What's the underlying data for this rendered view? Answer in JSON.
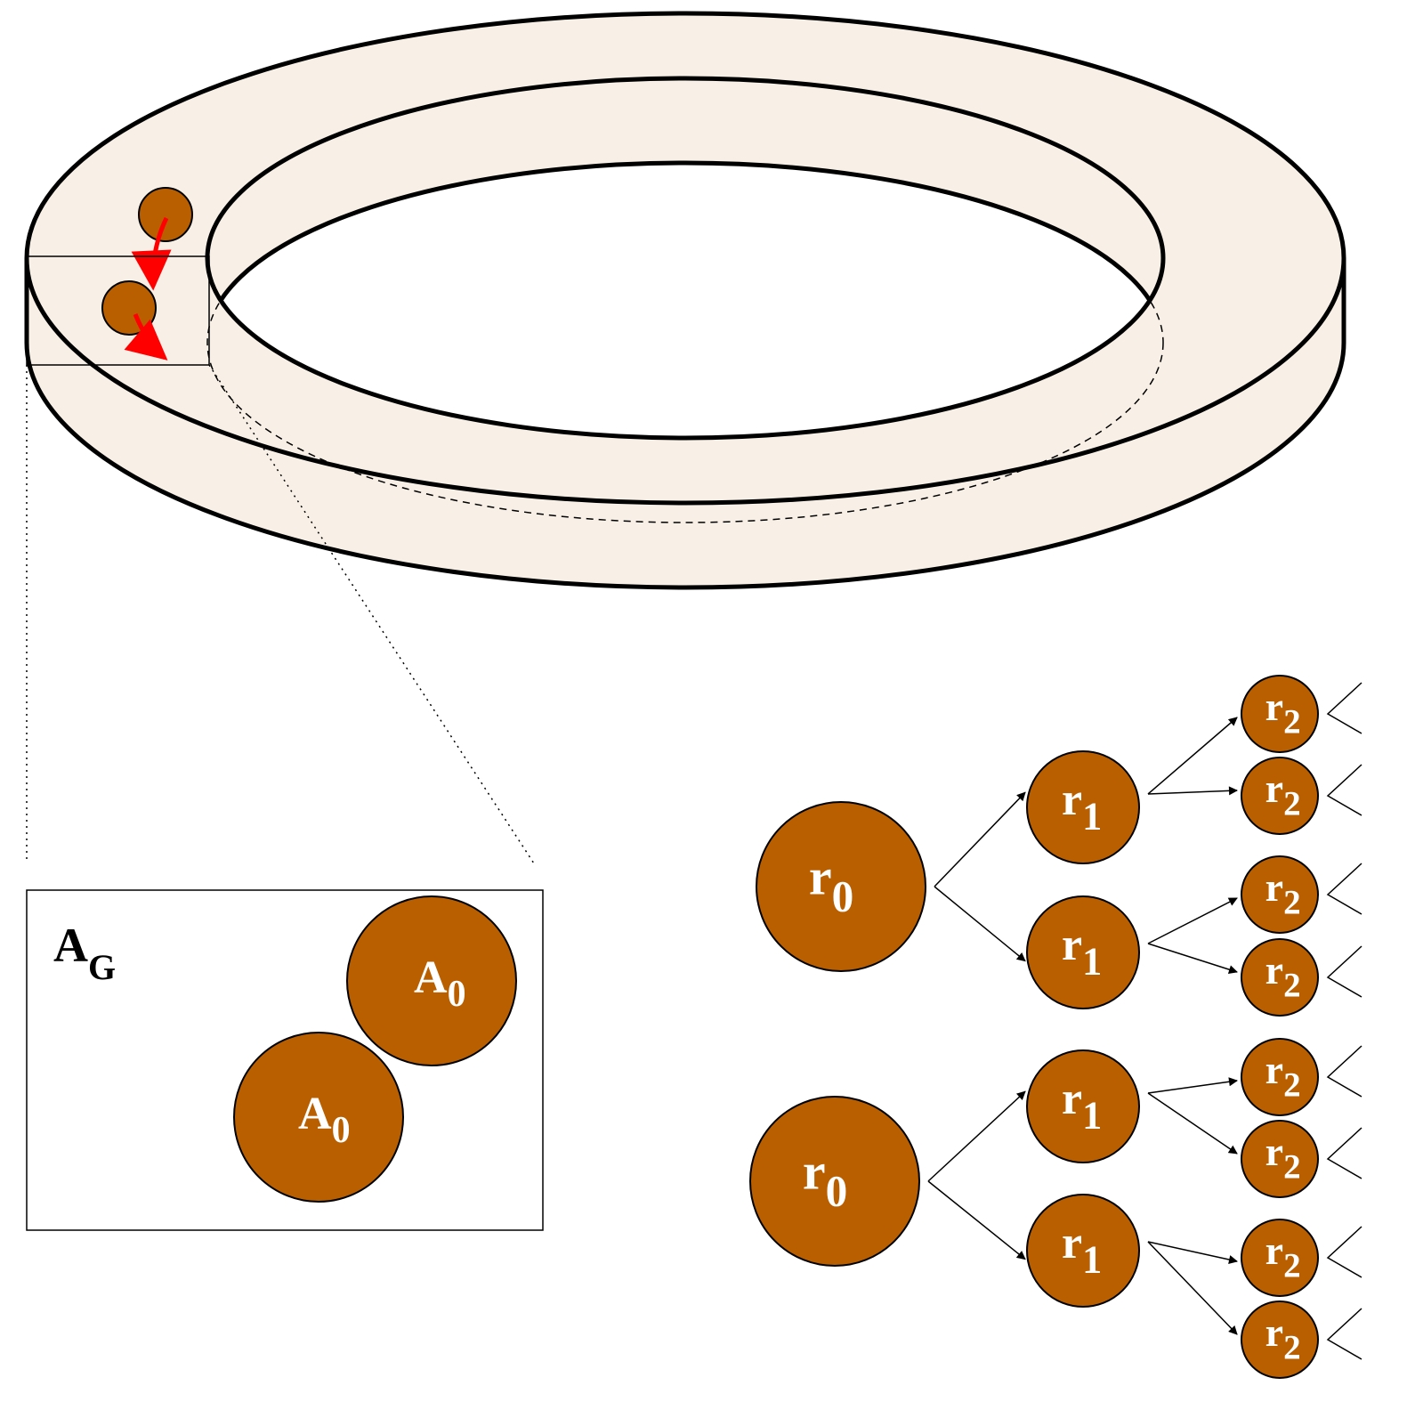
{
  "colors": {
    "ring": "#F8F0E6",
    "node": "#BA5F00",
    "arrow": "#FF0000"
  },
  "inset": {
    "group_label": {
      "main": "A",
      "sub": "G"
    },
    "agents": [
      {
        "main": "A",
        "sub": "0"
      },
      {
        "main": "A",
        "sub": "0"
      }
    ]
  },
  "tree": {
    "roots": [
      {
        "main": "r",
        "sub": "0",
        "children": [
          {
            "main": "r",
            "sub": "1",
            "children": [
              {
                "main": "r",
                "sub": "2"
              },
              {
                "main": "r",
                "sub": "2"
              }
            ]
          },
          {
            "main": "r",
            "sub": "1",
            "children": [
              {
                "main": "r",
                "sub": "2"
              },
              {
                "main": "r",
                "sub": "2"
              }
            ]
          }
        ]
      },
      {
        "main": "r",
        "sub": "0",
        "children": [
          {
            "main": "r",
            "sub": "1",
            "children": [
              {
                "main": "r",
                "sub": "2"
              },
              {
                "main": "r",
                "sub": "2"
              }
            ]
          },
          {
            "main": "r",
            "sub": "1",
            "children": [
              {
                "main": "r",
                "sub": "2"
              },
              {
                "main": "r",
                "sub": "2"
              }
            ]
          }
        ]
      }
    ]
  }
}
